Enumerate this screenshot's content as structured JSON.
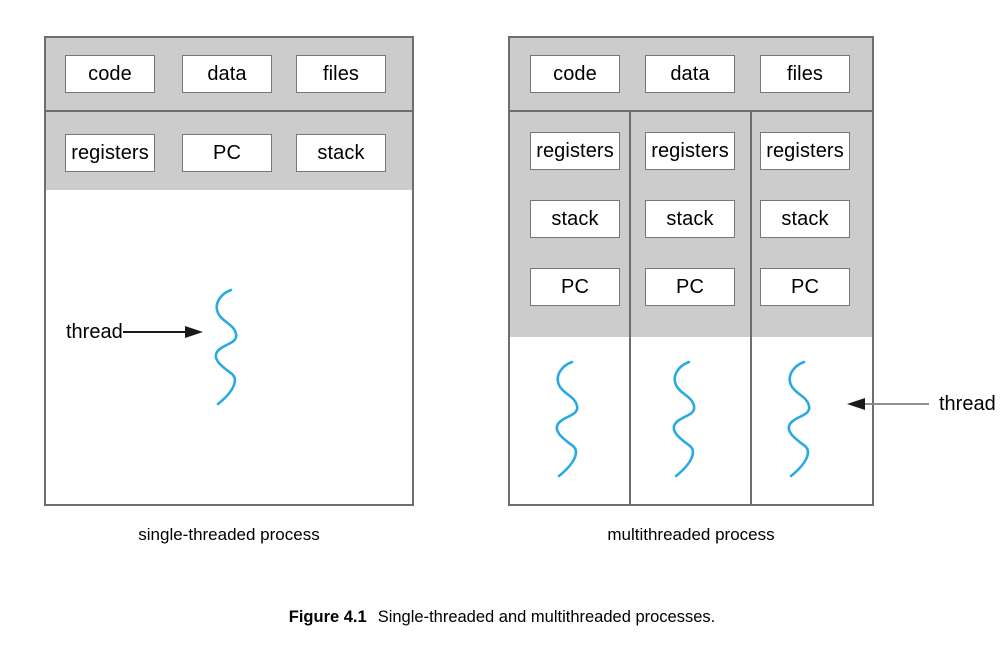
{
  "figure": {
    "number_label": "Figure 4.1",
    "caption_text": "Single-threaded and multithreaded processes."
  },
  "colors": {
    "shared_memory_gray": "#cccccc",
    "border_gray": "#6e6e6e",
    "cell_border": "#767676",
    "thread_squiggle": "#29abe2",
    "arrow_black": "#1a1a1a",
    "arrow_gray": "#808080",
    "page_background": "#ffffff"
  },
  "single_threaded": {
    "caption": "single-threaded process",
    "shared_section": {
      "cells": [
        {
          "label": "code"
        },
        {
          "label": "data"
        },
        {
          "label": "files"
        }
      ]
    },
    "thread_section": {
      "cells": [
        {
          "label": "registers"
        },
        {
          "label": "PC"
        },
        {
          "label": "stack"
        }
      ]
    },
    "annotation": {
      "label": "thread",
      "arrow_direction": "right",
      "arrow_color": "#1a1a1a"
    },
    "thread_count": 1
  },
  "multithreaded": {
    "caption": "multithreaded process",
    "shared_section": {
      "cells": [
        {
          "label": "code"
        },
        {
          "label": "data"
        },
        {
          "label": "files"
        }
      ]
    },
    "thread_columns": [
      {
        "registers": "registers",
        "stack": "stack",
        "pc": "PC"
      },
      {
        "registers": "registers",
        "stack": "stack",
        "pc": "PC"
      },
      {
        "registers": "registers",
        "stack": "stack",
        "pc": "PC"
      }
    ],
    "annotation": {
      "label": "thread",
      "arrow_direction": "left",
      "arrow_color": "#808080"
    },
    "thread_count": 3
  }
}
